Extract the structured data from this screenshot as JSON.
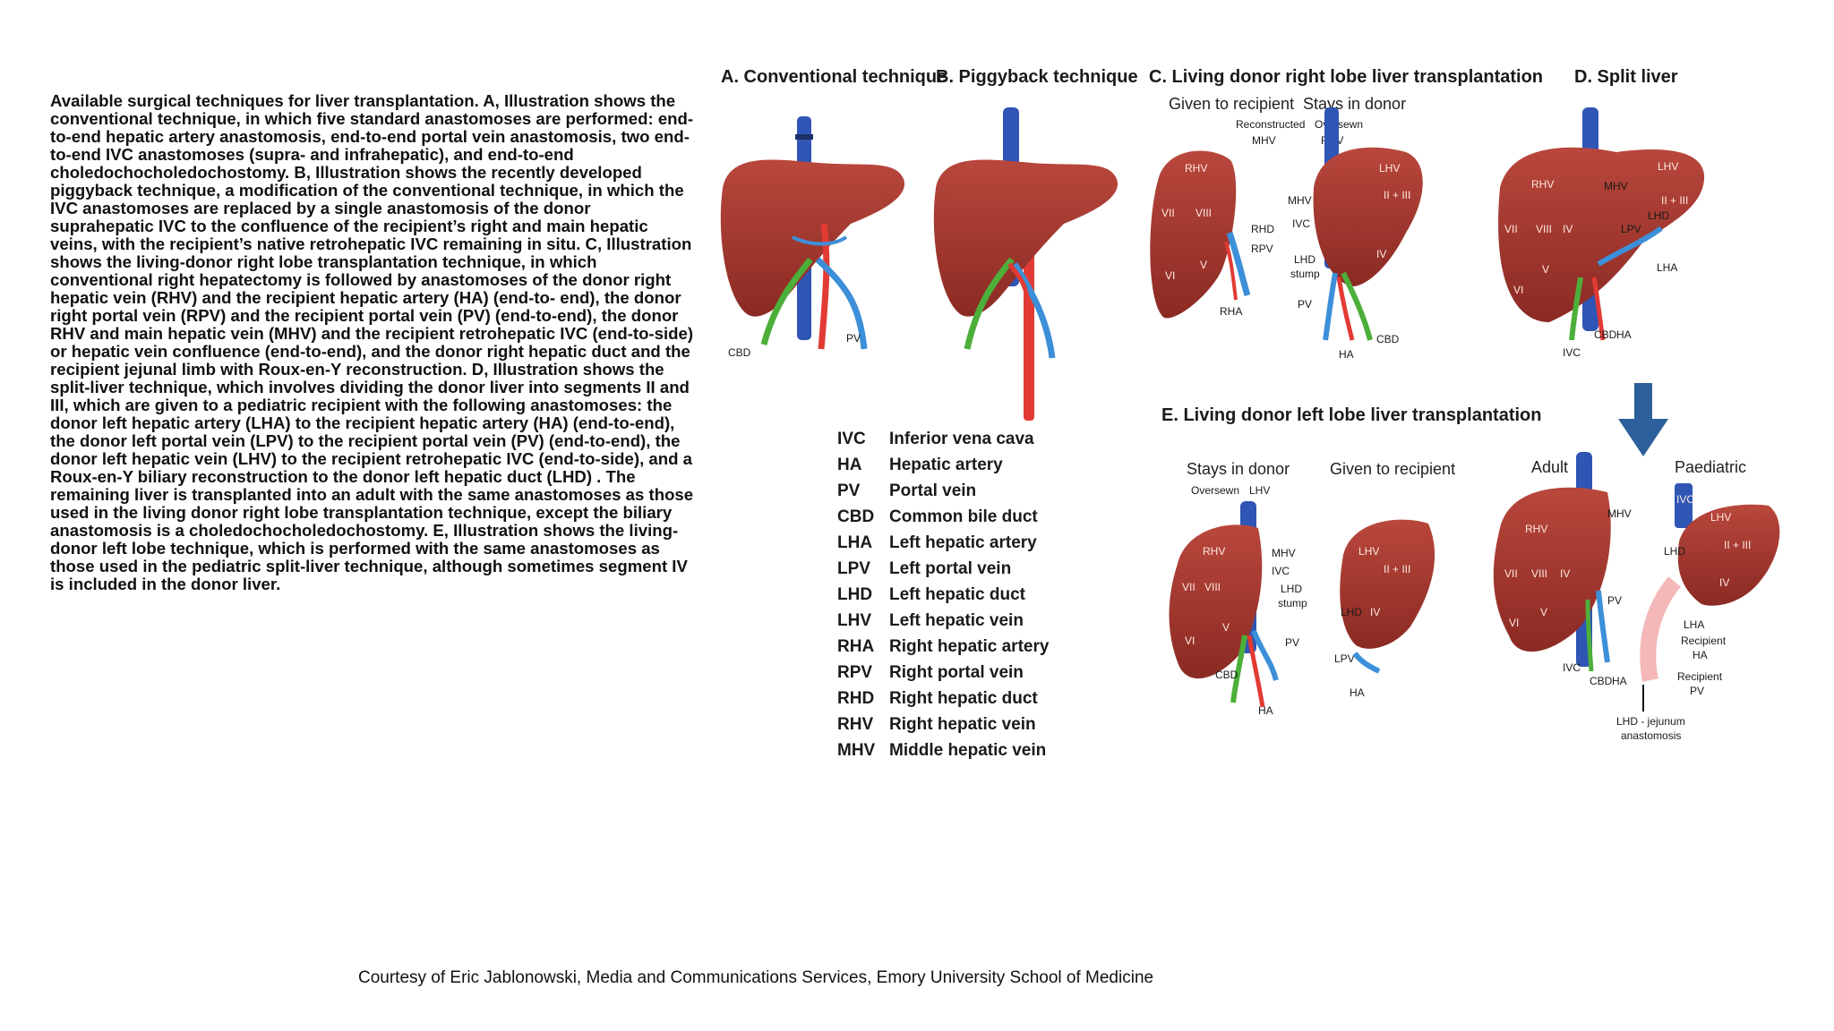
{
  "caption": "Available surgical techniques for liver transplantation. A, Illustration shows the conventional technique, in which five standard anastomoses are performed: end-to-end hepatic artery anastomosis, end-to-end portal vein anastomosis, two end-to-end IVC anastomoses (supra- and infrahepatic), and end-to-end choledochocholedochostomy. B, Illustration shows the recently developed piggyback technique, a modification of the conventional technique, in which the IVC anastomoses are replaced by a single anastomosis of the donor suprahepatic IVC to the confluence of the recipient’s right and main hepatic veins, with the recipient’s native retrohepatic IVC remaining in situ. C, Illustration shows the living-donor right lobe transplantation technique, in which conventional right hepatectomy is followed by anastomoses of the donor right hepatic vein (RHV) and the recipient hepatic artery (HA) (end-to- end), the donor right portal vein (RPV) and the recipient portal vein (PV) (end-to-end), the donor RHV and main hepatic vein (MHV) and the recipient retrohepatic IVC (end-to-side) or hepatic vein confluence (end-to-end), and the donor right hepatic duct and the recipient jejunal limb with Roux-en-Y reconstruction. D, Illustration shows the split-liver technique, which involves dividing the donor liver into segments II and III, which are given to a pediatric recipient with the following anastomoses: the donor left hepatic artery (LHA) to the recipient hepatic artery (HA) (end-to-end), the donor left portal vein (LPV) to the recipient portal vein (PV) (end-to-end), the donor left hepatic vein (LHV) to the recipient retrohepatic IVC (end-to-side), and a Roux-en-Y biliary reconstruction to the donor left hepatic duct (LHD) . The remaining liver is transplanted into an adult with the same anastomoses as those used in the living donor right lobe transplantation technique, except the biliary anastomosis is a choledochocholedochostomy. E, Illustration shows the living-donor left lobe technique, which is performed with the same anastomoses as those used in the pediatric split-liver technique, although sometimes segment IV is included in the donor liver.",
  "courtesy": "Courtesy of Eric Jablonowski, Media and Communications Services, Emory University School of Medicine",
  "figure": {
    "panels": {
      "a": "A. Conventional technique",
      "b": "B. Piggyback technique",
      "c": "C. Living donor right lobe liver transplantation",
      "d": "D. Split liver",
      "e": "E. Living donor left lobe liver transplantation"
    },
    "subtitles": {
      "c_given": "Given to recipient",
      "c_stays": "Stays in donor",
      "e_stays": "Stays in donor",
      "e_given": "Given to recipient",
      "d_adult": "Adult",
      "d_paed": "Paediatric"
    },
    "labels": {
      "cbd": "CBD",
      "pv": "PV",
      "rhv": "RHV",
      "vii": "VII",
      "viii": "VIII",
      "vi": "VI",
      "v": "V",
      "iv": "IV",
      "reconstructed": "Reconstructed",
      "mhv": "MHV",
      "oversewn": "Oversewn",
      "lhv": "LHV",
      "ii_iii": "II + III",
      "ivc": "IVC",
      "rhd": "RHD",
      "rpv": "RPV",
      "lhd": "LHD",
      "stump": "stump",
      "rha": "RHA",
      "ha": "HA",
      "lpv": "LPV",
      "lha": "LHA",
      "recipient": "Recipient",
      "lhd_jejunum": "LHD - jejunum",
      "anastomosis": "anastomosis"
    },
    "legend": [
      {
        "abbr": "IVC",
        "full": "Inferior vena cava"
      },
      {
        "abbr": "HA",
        "full": "Hepatic artery"
      },
      {
        "abbr": "PV",
        "full": "Portal vein"
      },
      {
        "abbr": "CBD",
        "full": "Common bile duct"
      },
      {
        "abbr": "LHA",
        "full": "Left hepatic artery"
      },
      {
        "abbr": "LPV",
        "full": "Left portal vein"
      },
      {
        "abbr": "LHD",
        "full": "Left hepatic duct"
      },
      {
        "abbr": "LHV",
        "full": "Left hepatic vein"
      },
      {
        "abbr": "RHA",
        "full": "Right hepatic artery"
      },
      {
        "abbr": "RPV",
        "full": "Right portal vein"
      },
      {
        "abbr": "RHD",
        "full": "Right hepatic duct"
      },
      {
        "abbr": "RHV",
        "full": "Right hepatic vein"
      },
      {
        "abbr": "MHV",
        "full": "Middle hepatic vein"
      }
    ],
    "colors": {
      "liver": "#a8382f",
      "liver_dark": "#7e2620",
      "ivc": "#2f55b5",
      "artery": "#e23b34",
      "duct": "#4caf3a",
      "portal": "#3c8fd8",
      "arrow": "#2d5f9a",
      "jejunum": "#f4b8b8"
    }
  }
}
